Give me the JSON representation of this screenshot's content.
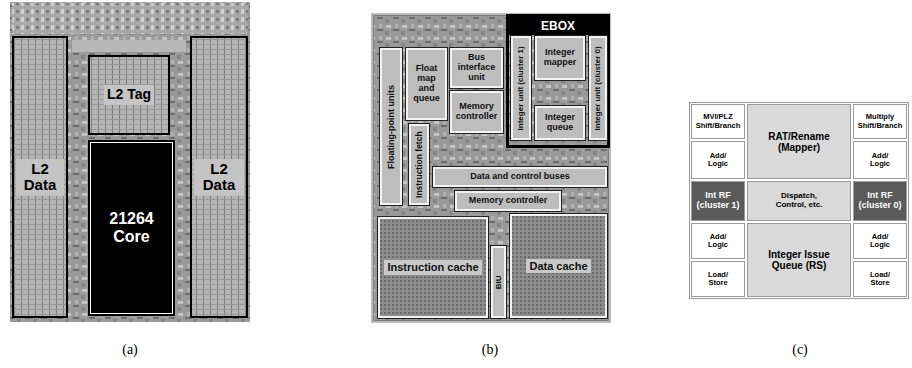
{
  "diagram": {
    "nodes": [
      {
        "text": [
          "L2 Data"
        ]
      },
      {
        "text": [
          "L2 Tag"
        ]
      },
      {
        "text": [
          "21264 Core"
        ]
      },
      {
        "text": [
          "L2 Data"
        ]
      },
      {
        "text": [
          "Floating-point units"
        ]
      },
      {
        "text": [
          "Float map and queue"
        ]
      },
      {
        "text": [
          "Bus interface unit"
        ]
      },
      {
        "text": [
          "Memory controller"
        ]
      },
      {
        "text": [
          "EBOX"
        ]
      },
      {
        "text": [
          "Integer unit (cluster 1)"
        ],
        "in": 8
      },
      {
        "text": [
          "Integer mapper"
        ],
        "in": 8
      },
      {
        "text": [
          "Integer queue"
        ],
        "in": 8
      },
      {
        "text": [
          "Integer unit (cluster 0)"
        ],
        "in": 8
      },
      {
        "text": [
          "Instruction fetch"
        ]
      },
      {
        "text": [
          "Data and control buses"
        ]
      },
      {
        "text": [
          "Memory controller"
        ]
      },
      {
        "text": [
          "Instruction cache"
        ]
      },
      {
        "text": [
          "BIU"
        ]
      },
      {
        "text": [
          "Data cache"
        ]
      },
      {
        "text": [
          "MVI/PLZ Shift/Branch"
        ]
      },
      {
        "text": [
          "RAT/Rename (Mapper)"
        ]
      },
      {
        "text": [
          "Multiply Shift/Branch"
        ]
      },
      {
        "text": [
          "Add/ Logic"
        ]
      },
      {
        "text": [
          "Add/ Logic"
        ]
      },
      {
        "text": [
          "Int RF (cluster 1)"
        ]
      },
      {
        "text": [
          "Dispatch, Control, etc."
        ]
      },
      {
        "text": [
          "Int RF (cluster 0)"
        ]
      },
      {
        "text": [
          "Add/ Logic"
        ]
      },
      {
        "text": [
          "Integer Issue Queue (RS)"
        ]
      },
      {
        "text": [
          "Add/ Logic"
        ]
      },
      {
        "text": [
          "Load/ Store"
        ]
      },
      {
        "text": [
          "Load/ Store"
        ]
      }
    ],
    "labels": [
      "(a)",
      "(b)",
      "(c)"
    ]
  }
}
